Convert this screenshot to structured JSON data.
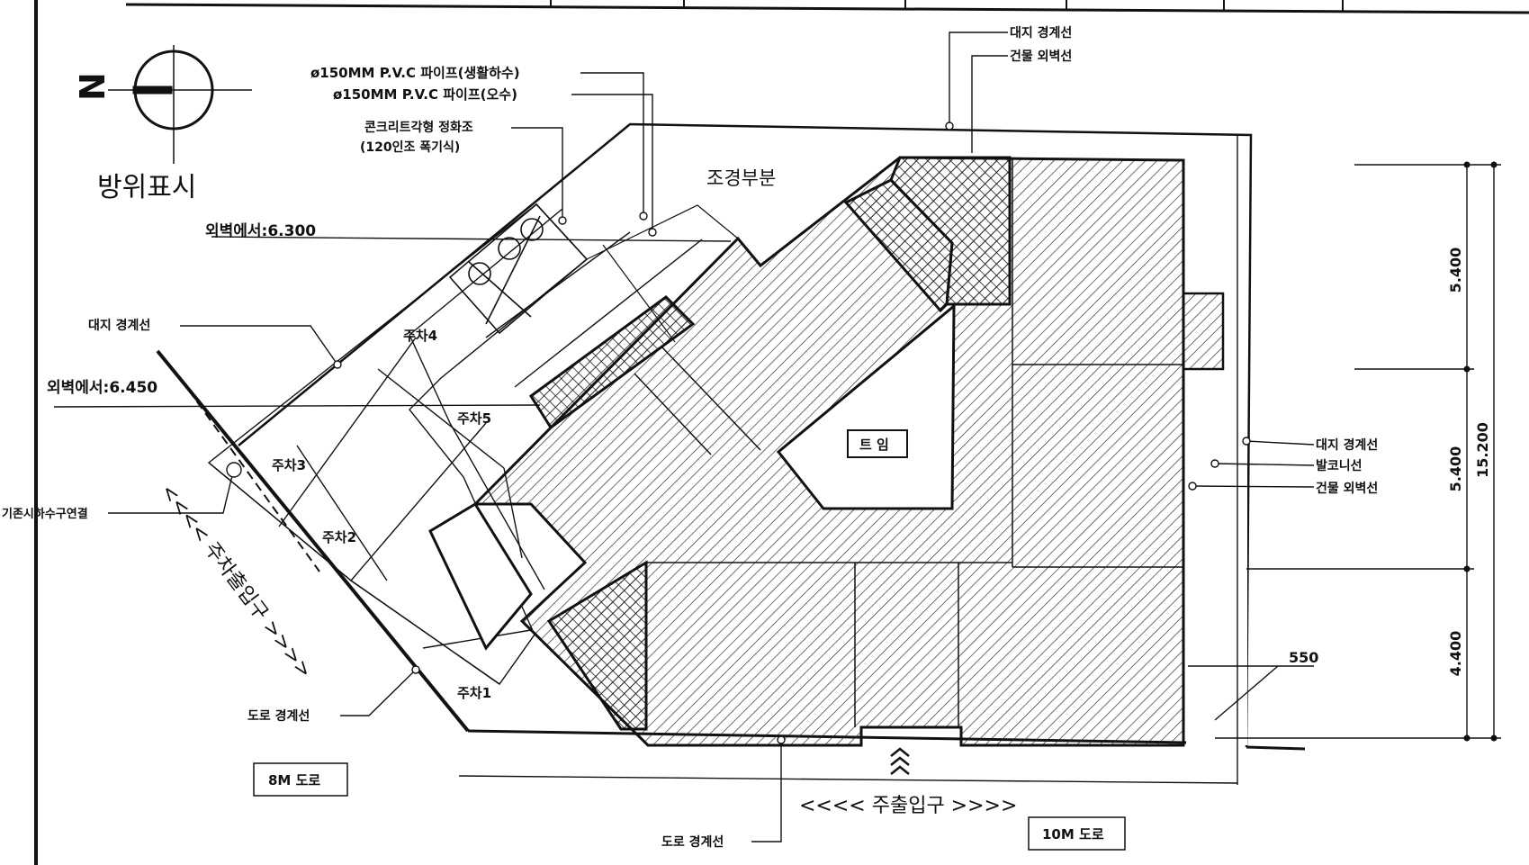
{
  "compass": {
    "north_letter": "N",
    "caption": "방위표시"
  },
  "labels": {
    "pipe_sewage": "ø150MM P.V.C 파이프(생활하수)",
    "pipe_waste": "ø150MM P.V.C 파이프(오수)",
    "septic_1": "콘크리트각형 정화조",
    "septic_2": "(120인조 폭기식)",
    "landscape": "조경부분",
    "wall_dist_1": "외벽에서:6.300",
    "wall_dist_2": "외벽에서:6.450",
    "site_boundary_left": "대지 경계선",
    "site_boundary_top": "대지 경계선",
    "bldg_wall_top": "건물 외벽선",
    "site_boundary_right": "대지 경계선",
    "balcony_line": "발코니선",
    "bldg_wall_right": "건물 외벽선",
    "sewer_connect": "기존시하수구연결",
    "road_boundary_left": "도로 경계선",
    "road_boundary_bottom": "도로 경계선",
    "parking_entrance": "<<<< 주차출입구 >>>>",
    "main_entrance": "<<<< 주출입구 >>>>",
    "road_8m": "8M 도로",
    "road_10m": "10M 도로",
    "void": "트 임",
    "parking_1": "주차1",
    "parking_2": "주차2",
    "parking_3": "주차3",
    "parking_4": "주차4",
    "parking_5": "주차5"
  },
  "dimensions": {
    "d1": "5.400",
    "d2": "5.400",
    "d3": "4.400",
    "total": "15.200",
    "offset": "550"
  },
  "colors": {
    "ink": "#111111",
    "paper": "#ffffff"
  }
}
